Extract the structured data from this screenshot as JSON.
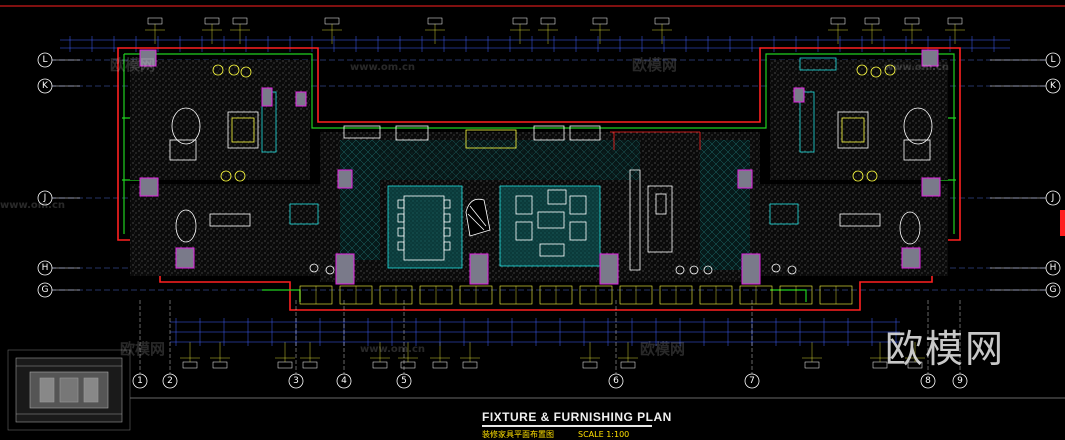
{
  "drawing": {
    "title": "FIXTURE & FURNISHING PLAN",
    "subtitle": "装修家具平面布置图",
    "scale": "SCALE 1:100"
  },
  "watermarks": {
    "brand": "欧模网",
    "domain": "www.om.cn"
  },
  "grid": {
    "rows_left": [
      "L",
      "K",
      "J",
      "H",
      "G"
    ],
    "rows_right": [
      "L",
      "K",
      "J",
      "H",
      "G"
    ],
    "columns": [
      "1",
      "2",
      "3",
      "4",
      "5",
      "6",
      "7",
      "8",
      "9"
    ]
  },
  "colors": {
    "background": "#000000",
    "wall_red": "#ff2020",
    "wall_green": "#20d020",
    "fixture_yellow": "#ffff40",
    "furniture_cyan": "#20e0e0",
    "dim_blue": "#4060ff",
    "column_gray": "#808090",
    "column_magenta": "#e020e0"
  }
}
